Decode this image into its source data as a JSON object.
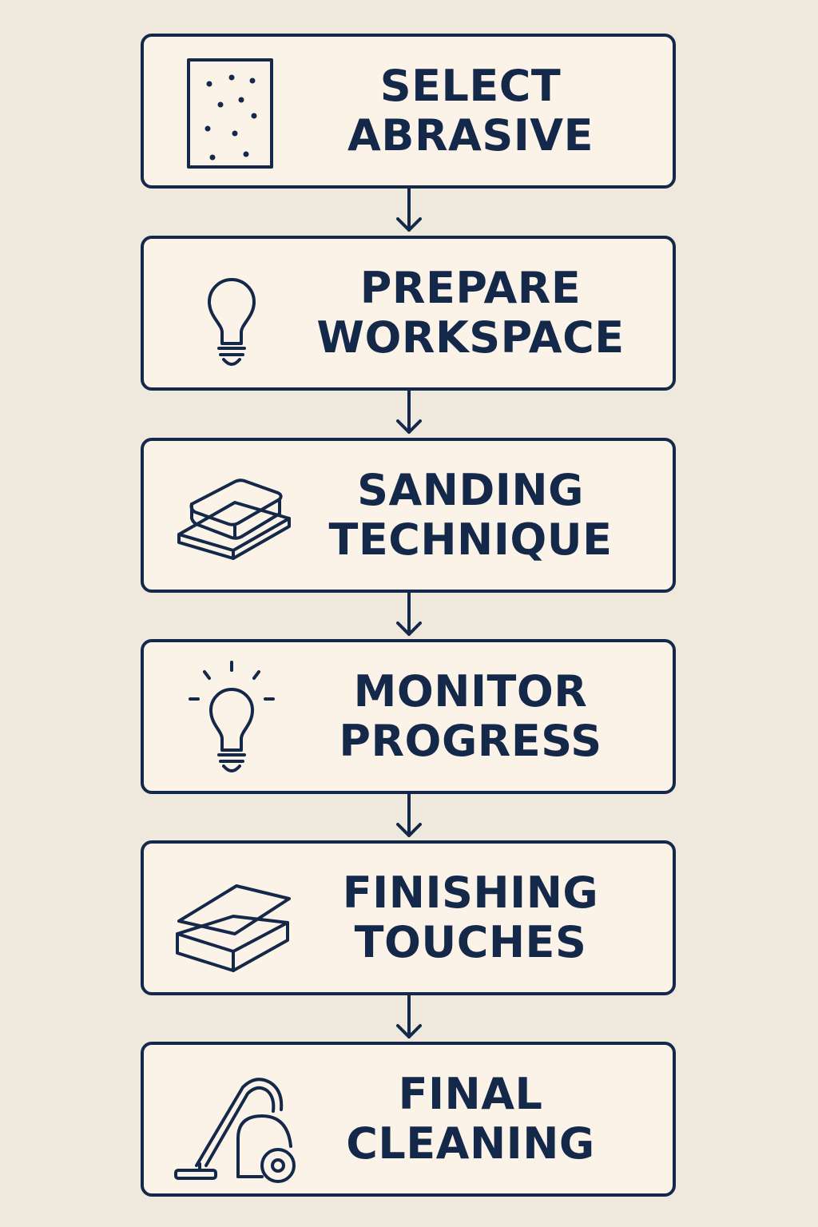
{
  "steps": [
    {
      "line1": "SELECT",
      "line2": "ABRASIVE",
      "icon": "sandpaper-icon"
    },
    {
      "line1": "PREPARE",
      "line2": "WORKSPACE",
      "icon": "lightbulb-icon"
    },
    {
      "line1": "SANDING",
      "line2": "TECHNIQUE",
      "icon": "sanding-block-icon"
    },
    {
      "line1": "MONITOR",
      "line2": "PROGRESS",
      "icon": "glowing-lightbulb-icon"
    },
    {
      "line1": "FINISHING",
      "line2": "TOUCHES",
      "icon": "sanding-sheets-icon"
    },
    {
      "line1": "FINAL",
      "line2": "CLEANING",
      "icon": "vacuum-cleaner-icon"
    }
  ],
  "colors": {
    "background": "#efe8dd",
    "box_fill": "#fcf3e8",
    "stroke": "#14284a"
  }
}
